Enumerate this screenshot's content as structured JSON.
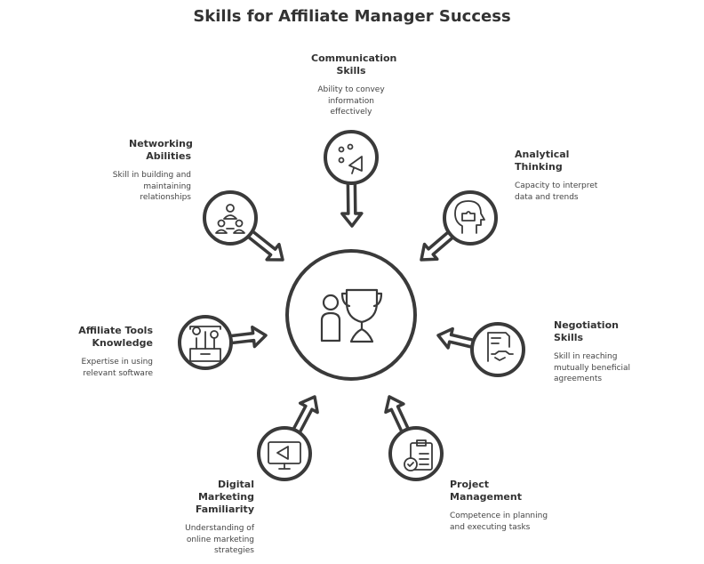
{
  "title": "Skills for Affiliate Manager Success",
  "colors": {
    "stroke": "#3a3a3a",
    "background": "#ffffff"
  },
  "center": {
    "icon": "person-trophy-icon"
  },
  "skills": [
    {
      "title": "Communication Skills",
      "description": "Ability to convey information effectively",
      "icon": "megaphone-icon"
    },
    {
      "title": "Networking Abilities",
      "description": "Skill in building and maintaining relationships",
      "icon": "network-people-icon"
    },
    {
      "title": "Analytical Thinking",
      "description": "Capacity to interpret data and trends",
      "icon": "head-puzzle-icon"
    },
    {
      "title": "Affiliate Tools Knowledge",
      "description": "Expertise in using relevant software",
      "icon": "toolbox-icon"
    },
    {
      "title": "Negotiation Skills",
      "description": "Skill in reaching mutually beneficial agreements",
      "icon": "contract-handshake-icon"
    },
    {
      "title": "Digital Marketing Familiarity",
      "description": "Understanding of online marketing strategies",
      "icon": "monitor-megaphone-icon"
    },
    {
      "title": "Project Management",
      "description": "Competence in planning and executing tasks",
      "icon": "clipboard-check-icon"
    }
  ]
}
